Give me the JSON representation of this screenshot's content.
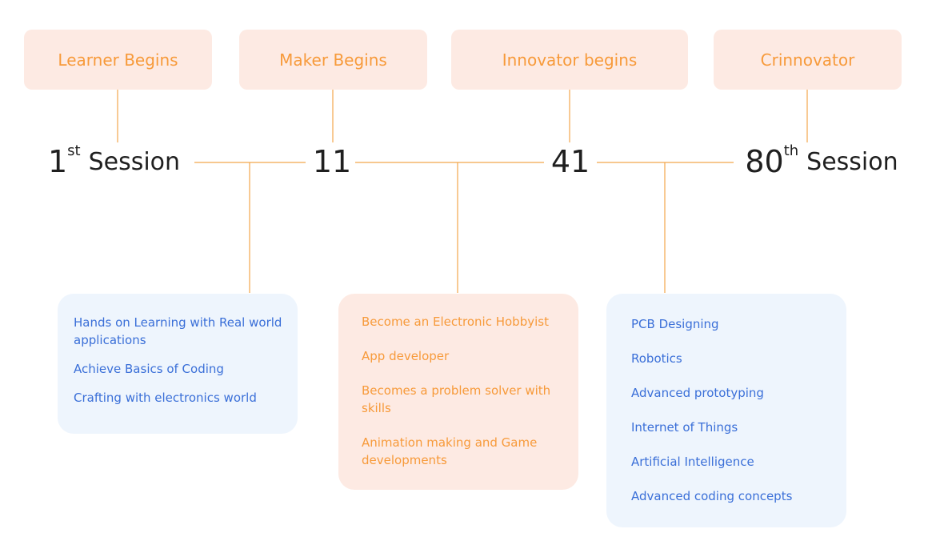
{
  "colors": {
    "connector": "#f2a64c",
    "stage_box_bg": "#fdeae3",
    "stage_text": "#f79a3a",
    "milestone_text": "#1f1f1f",
    "blue_panel_bg": "#eef5fd",
    "blue_panel_text": "#3a6fd8",
    "peach_panel_bg": "#fdeae3",
    "peach_panel_text": "#f79a3a"
  },
  "stages": [
    {
      "label": "Learner Begins"
    },
    {
      "label": "Maker Begins"
    },
    {
      "label": "Innovator begins"
    },
    {
      "label": "Crinnovator"
    }
  ],
  "milestones": [
    {
      "number": "1",
      "suffix": "st",
      "word": "Session"
    },
    {
      "number": "11",
      "suffix": "",
      "word": ""
    },
    {
      "number": "41",
      "suffix": "",
      "word": ""
    },
    {
      "number": "80",
      "suffix": "th",
      "word": "Session"
    }
  ],
  "panels": [
    {
      "items": [
        "Hands on Learning with Real world applications",
        "Achieve Basics of Coding",
        "Crafting with electronics world"
      ]
    },
    {
      "items": [
        "Become an Electronic Hobbyist",
        "App developer",
        "Becomes a problem solver with skills",
        "Animation making and Game developments"
      ]
    },
    {
      "items": [
        "PCB Designing",
        "Robotics",
        "Advanced prototyping",
        "Internet of Things",
        "Artificial Intelligence",
        "Advanced coding concepts"
      ]
    }
  ]
}
